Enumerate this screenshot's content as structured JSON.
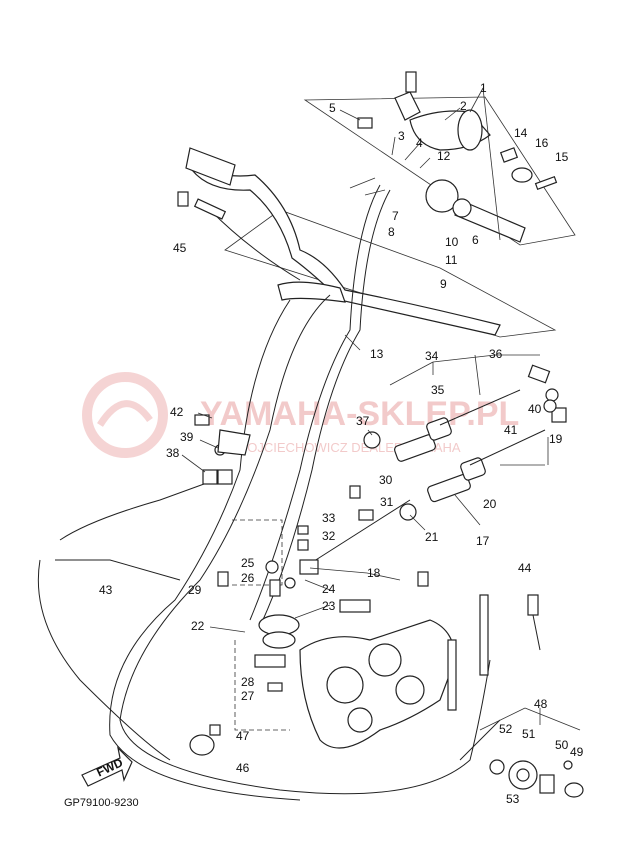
{
  "diagram_code": "GP79100-9230",
  "watermark": {
    "main": "YAMAHA-SKLEP.PL",
    "sub": "WOJCIECHOWICZ DEALER YAMAHA"
  },
  "fwd_label": "FWD",
  "callouts": [
    "1",
    "2",
    "3",
    "4",
    "5",
    "6",
    "7",
    "8",
    "9",
    "10",
    "11",
    "12",
    "13",
    "14",
    "15",
    "16",
    "17",
    "18",
    "19",
    "20",
    "21",
    "22",
    "23",
    "24",
    "25",
    "26",
    "27",
    "28",
    "29",
    "30",
    "31",
    "32",
    "33",
    "34",
    "35",
    "36",
    "37",
    "38",
    "39",
    "40",
    "41",
    "42",
    "43",
    "44",
    "45",
    "46",
    "47",
    "48",
    "49",
    "50",
    "51",
    "52",
    "53"
  ]
}
